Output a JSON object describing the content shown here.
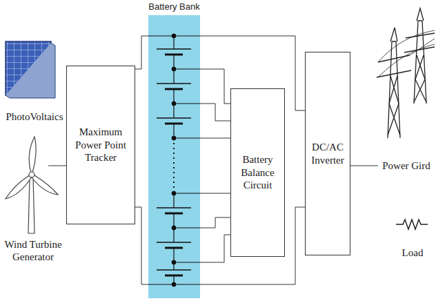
{
  "diagram": {
    "nodes": [
      {
        "text": [
          "Maximum Power Point Tracker"
        ]
      },
      {
        "text": [
          "Battery Bank"
        ]
      },
      {
        "text": [
          "Battery Balance Circuit"
        ]
      },
      {
        "text": [
          "DC/AC Inverter"
        ]
      }
    ],
    "edges": [
      {
        "from": 0,
        "to": 1,
        "arrow": "none"
      },
      {
        "from": 0,
        "to": 1,
        "arrow": "none"
      },
      {
        "from": 1,
        "to": 3,
        "arrow": "none"
      },
      {
        "from": 1,
        "to": 3,
        "arrow": "none"
      },
      {
        "from": 1,
        "to": 2,
        "arrow": "none"
      },
      {
        "from": 1,
        "to": 2,
        "arrow": "none"
      },
      {
        "from": 1,
        "to": 2,
        "arrow": "none"
      },
      {
        "from": 1,
        "to": 2,
        "arrow": "none"
      },
      {
        "from": 1,
        "to": 2,
        "arrow": "none"
      },
      {
        "from": 1,
        "to": 2,
        "arrow": "none"
      }
    ],
    "labels": [
      "PhotoVoltaics",
      "Wind Turbine Generator",
      "Power Gird",
      "Load"
    ]
  }
}
